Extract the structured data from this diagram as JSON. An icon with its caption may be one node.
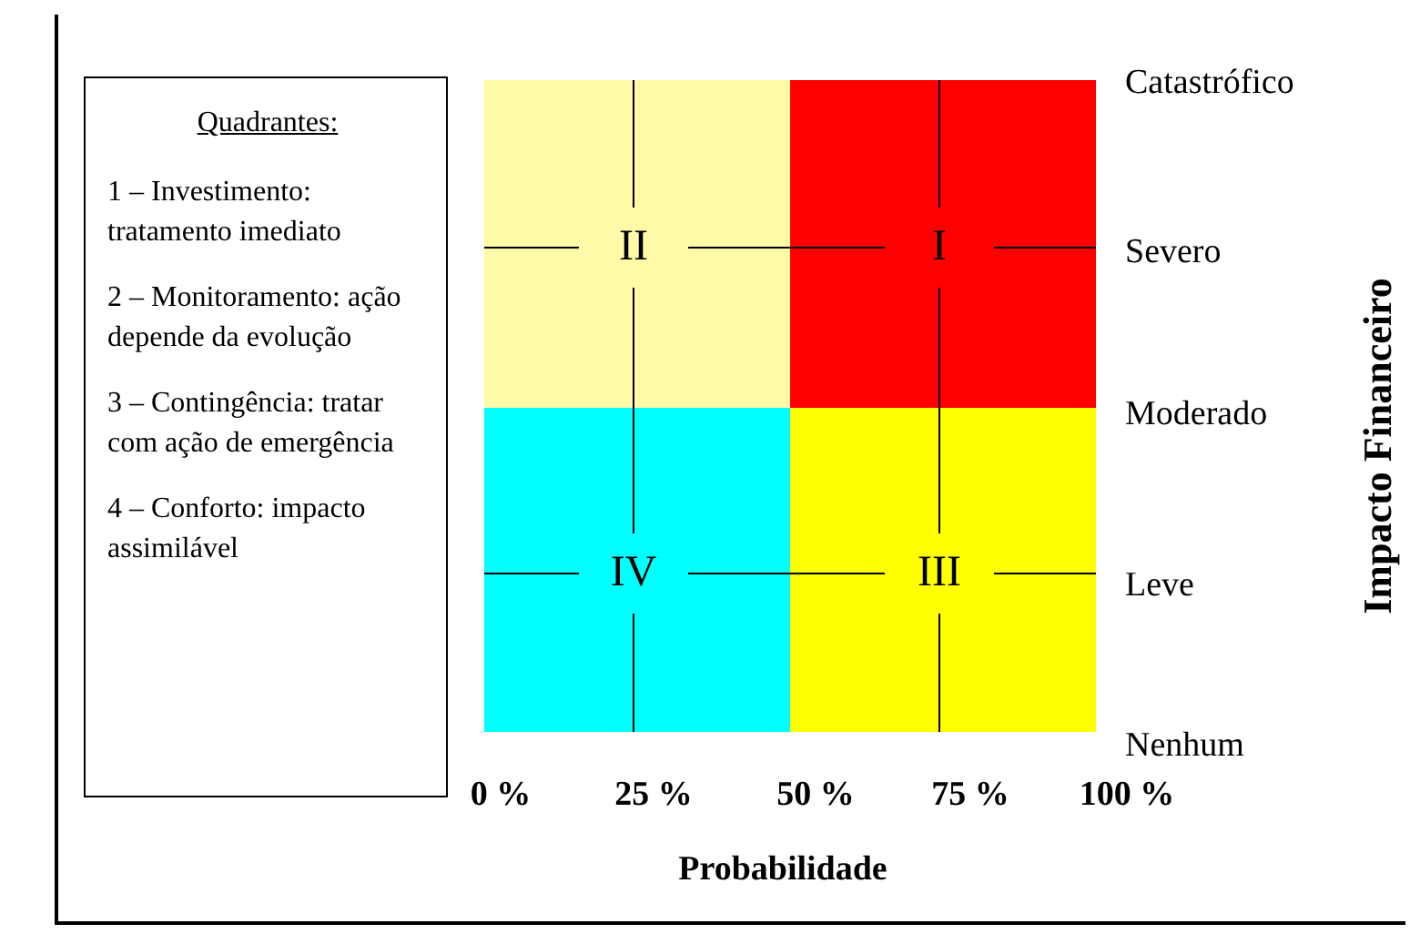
{
  "diagram": {
    "nodes": [
      {
        "text": [
          "Quadrantes:",
          "1 – Investimento: tratamento imediato",
          "2 – Monitoramento: ação depende da evolução",
          "3 – Contingência: tratar com ação de emergência",
          "4 – Conforto: impacto assimilável"
        ]
      },
      {
        "text": [
          "II"
        ]
      },
      {
        "text": [
          "I"
        ]
      },
      {
        "text": [
          "IV"
        ]
      },
      {
        "text": [
          "III"
        ]
      }
    ],
    "labels": [
      "Catastrófico",
      "Severo",
      "Moderado",
      "Leve",
      "Nenhum",
      "0 %",
      "25 %",
      "50 %",
      "75 %",
      "100 %",
      "Probabilidade",
      "Impacto Financeiro"
    ]
  }
}
